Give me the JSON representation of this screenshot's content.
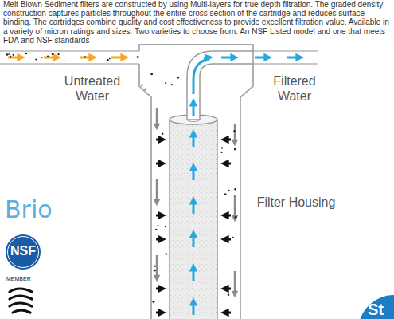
{
  "diagram": {
    "caption": "Melt Blown Sediment filters are constructed by using Multi-layers for true depth filtration. The graded density construction captures particles throughout the entire cross section of the cartridge and reduces surface binding. The cartridges combine quality and cost effectiveness to provide excellent filtration value. Available in a variety of micron ratings and sizes. Two varieties to choose from. An NSF Listed model and one that meets FDA and NSF standards",
    "labels": [
      "Untreated Water",
      "Filtered Water",
      "Filter Housing",
      "Brio",
      "NSF",
      "MEMBER",
      "St"
    ]
  }
}
